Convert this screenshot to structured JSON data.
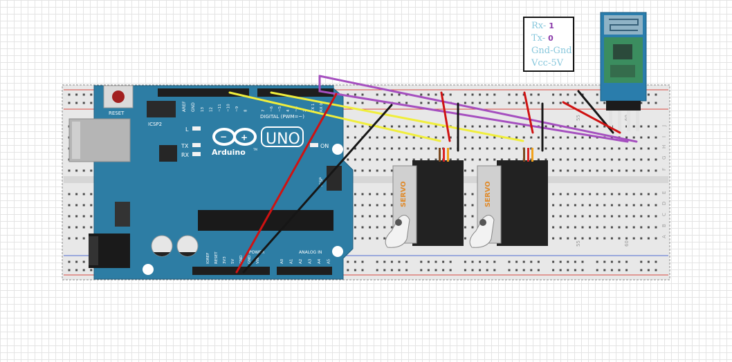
{
  "arduino": {
    "brand": "Arduino",
    "tm": "TM",
    "model": "UNO",
    "reset": "RESET",
    "icsp": "ICSP2",
    "icsp_side": "ICSP",
    "on": "ON",
    "led_l": "L",
    "led_tx": "TX",
    "led_rx": "RX",
    "digital_label": "DIGITAL (PWM=~)",
    "aref": "AREF",
    "gnd": "GND",
    "digital_pins": [
      "13",
      "12",
      "~11",
      "~10",
      "~9",
      "8",
      "7",
      "~6",
      "~5",
      "4",
      "~3",
      "2",
      "TX 1",
      "RX 0"
    ],
    "power_label": "POWER",
    "power_pins": [
      "IOREF",
      "RESET",
      "3V3",
      "5V",
      "GND",
      "GND",
      "VIN"
    ],
    "analog_label": "ANALOG IN",
    "analog_pins": [
      "A0",
      "A1",
      "A2",
      "A3",
      "A4",
      "A5"
    ]
  },
  "servos": [
    {
      "label": "SERVO"
    },
    {
      "label": "SERVO"
    }
  ],
  "breadboard": {
    "column_numbers": [
      "55",
      "60"
    ],
    "row_letters_top": [
      "J",
      "I",
      "H",
      "G",
      "F"
    ],
    "row_letters_bottom": [
      "E",
      "D",
      "C",
      "B",
      "A"
    ]
  },
  "legend": [
    {
      "label": "Rx-",
      "value": "1"
    },
    {
      "label": "Tx-",
      "value": "0"
    },
    {
      "label": "Gnd-Gnd",
      "value": ""
    },
    {
      "label": "Vcc-5V",
      "value": ""
    }
  ],
  "colors": {
    "board": "#2d7da4",
    "board_dark": "#1f5f80",
    "breadboard": "#e8e8e8",
    "wire_yellow": "#f0ee3c",
    "wire_purple": "#a54fbf",
    "wire_red": "#cf1212",
    "wire_black": "#161616",
    "rail_red": "#d9473f",
    "rail_blue": "#4b6ad1",
    "legend_text": "#87c7dc",
    "legend_value": "#8a3aa9"
  }
}
